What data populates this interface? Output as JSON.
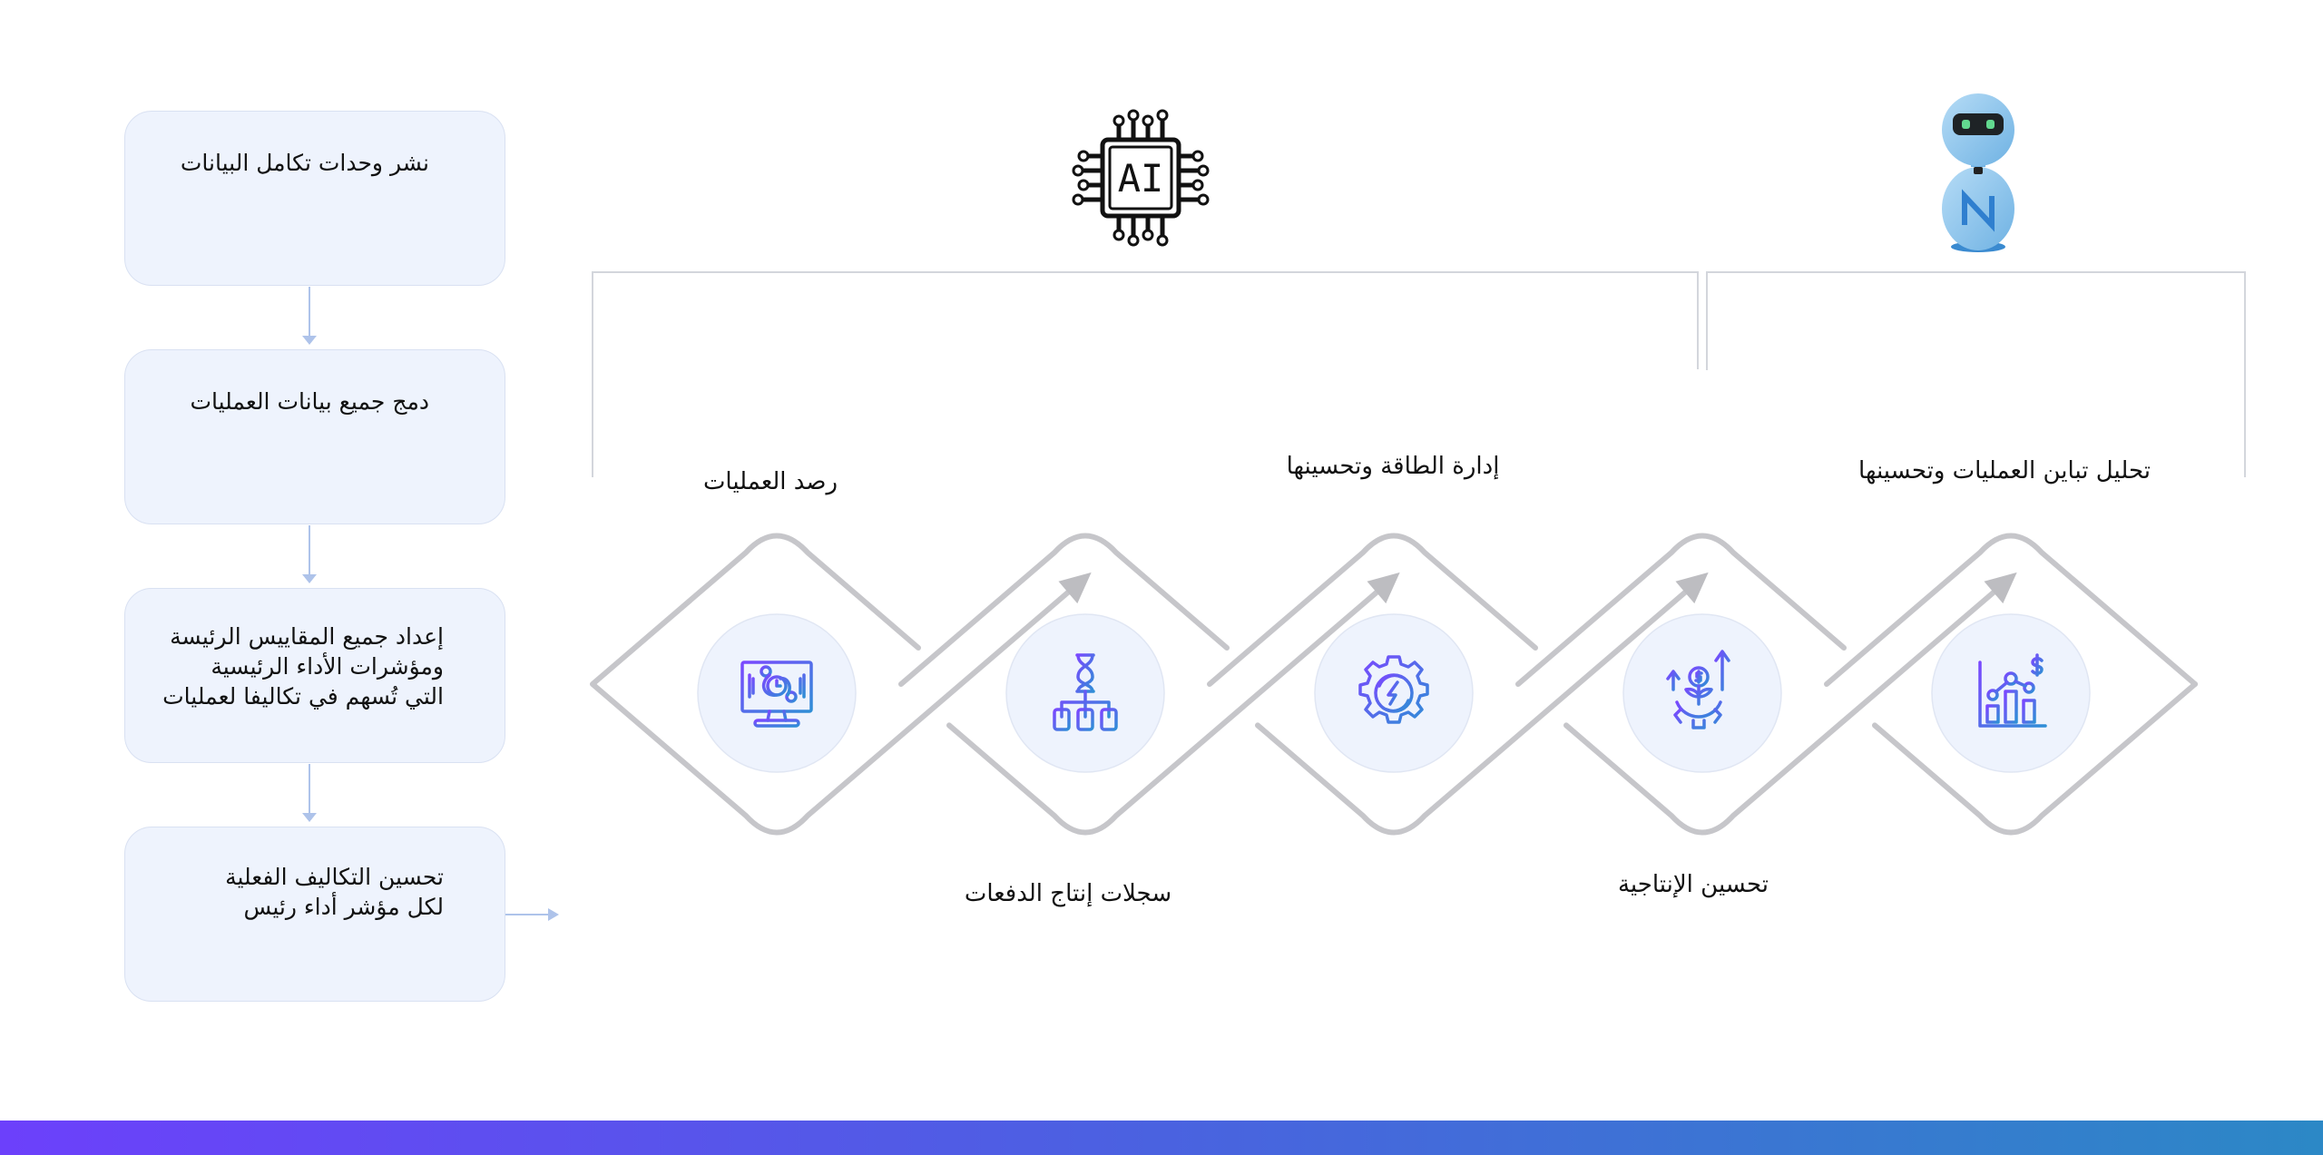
{
  "steps": [
    {
      "lines": [
        "نشر وحدات تكامل البيانات"
      ]
    },
    {
      "lines": [
        "دمج جميع بيانات العمليات"
      ]
    },
    {
      "lines": [
        "إعداد جميع المقاييس الرئيسة",
        "ومؤشرات الأداء الرئيسية",
        "التي تُسهم في تكاليفا لعمليات"
      ]
    },
    {
      "lines": [
        "تحسين التكاليف الفعلية",
        "لكل مؤشر أداء رئيس"
      ]
    }
  ],
  "badges": {
    "ai_chip_text": "AI",
    "robot_logo": "N"
  },
  "process": [
    {
      "label": "رصد العمليات",
      "icon": "monitor-analytics-icon"
    },
    {
      "label": "سجلات إنتاج الدفعات",
      "icon": "dna-hierarchy-icon"
    },
    {
      "label": "إدارة الطاقة وتحسينها",
      "icon": "energy-gear-icon"
    },
    {
      "label": "تحسين الإنتاجية",
      "icon": "growth-gear-icon"
    },
    {
      "label": "تحليل تباين العمليات وتحسينها",
      "icon": "bar-chart-dollar-icon"
    }
  ],
  "colors": {
    "line": "#c6c6ca",
    "circle": "#eef3fd",
    "icon_start": "#7a48ff",
    "icon_end": "#2f8ed6",
    "box": "#eef3fd",
    "bar_start": "#6c40fb",
    "bar_end": "#2c88c6"
  }
}
